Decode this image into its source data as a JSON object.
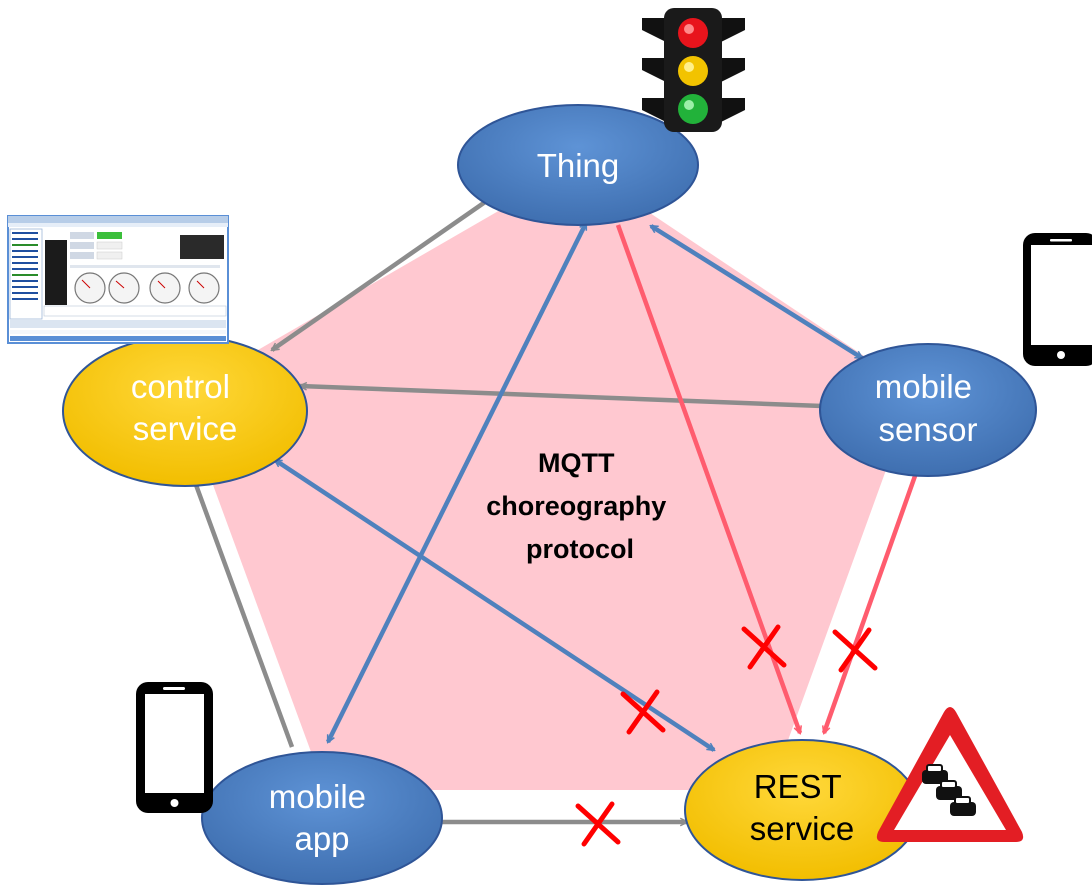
{
  "diagram": {
    "center_label_lines": [
      "MQTT",
      "choreography",
      "protocol"
    ],
    "nodes": [
      {
        "id": "thing",
        "label_lines": [
          "Thing"
        ],
        "kind": "blue"
      },
      {
        "id": "control",
        "label_lines": [
          "control",
          "service"
        ],
        "kind": "yellow"
      },
      {
        "id": "sensor",
        "label_lines": [
          "mobile",
          "sensor"
        ],
        "kind": "blue"
      },
      {
        "id": "app",
        "label_lines": [
          "mobile",
          "app"
        ],
        "kind": "blue"
      },
      {
        "id": "rest",
        "label_lines": [
          "REST",
          "service"
        ],
        "kind": "yellow"
      }
    ],
    "edges": [
      {
        "from": "thing",
        "to": "control",
        "color": "gray",
        "direction": "forward",
        "blocked": false
      },
      {
        "from": "sensor",
        "to": "control",
        "color": "gray",
        "direction": "forward",
        "blocked": false
      },
      {
        "from": "app",
        "to": "control",
        "color": "gray",
        "direction": "forward",
        "blocked": false
      },
      {
        "from": "app",
        "to": "rest",
        "color": "gray",
        "direction": "forward",
        "blocked": true
      },
      {
        "from": "thing",
        "to": "sensor",
        "color": "blue",
        "direction": "both",
        "blocked": false
      },
      {
        "from": "thing",
        "to": "app",
        "color": "blue",
        "direction": "both",
        "blocked": false
      },
      {
        "from": "control",
        "to": "rest",
        "color": "blue",
        "direction": "both",
        "blocked": true
      },
      {
        "from": "thing",
        "to": "rest",
        "color": "red",
        "direction": "forward",
        "blocked": true
      },
      {
        "from": "sensor",
        "to": "rest",
        "color": "red",
        "direction": "forward",
        "blocked": true
      }
    ],
    "icons": [
      "traffic-light-icon",
      "desktop-app-screenshot-icon",
      "tablet-icon",
      "smartphone-icon",
      "traffic-jam-warning-icon"
    ],
    "colors": {
      "pentagon": "#FFC8D0",
      "blue_node": "#4A7EC4",
      "yellow_node": "#FFCC00",
      "gray_edge": "#8C8C8C",
      "blue_edge": "#4F81BD",
      "red_edge": "#FF5C6E",
      "block_mark": "#FF0000"
    }
  }
}
